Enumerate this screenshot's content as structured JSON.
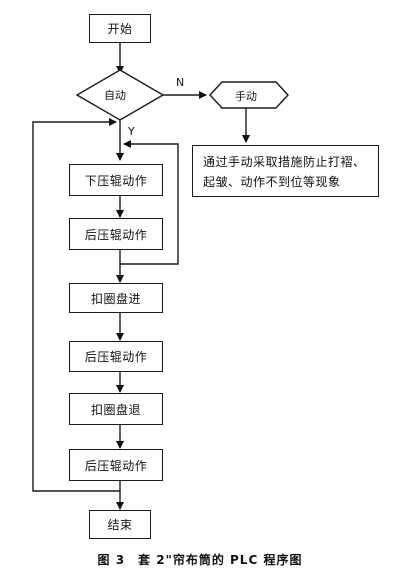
{
  "flowchart": {
    "start": "开始",
    "decision": "自动",
    "no_label": "N",
    "yes_label": "Y",
    "manual": "手动",
    "manual_note_line1": "通过手动采取措施防止打褶、",
    "manual_note_line2": "起皱、动作不到位等现象",
    "steps": [
      "下压辊动作",
      "后压辊动作",
      "扣圈盘进",
      "后压辊动作",
      "扣圈盘退",
      "后压辊动作"
    ],
    "end": "结束"
  },
  "caption": "图 3　套 2\"帘布筒的 PLC 程序图"
}
